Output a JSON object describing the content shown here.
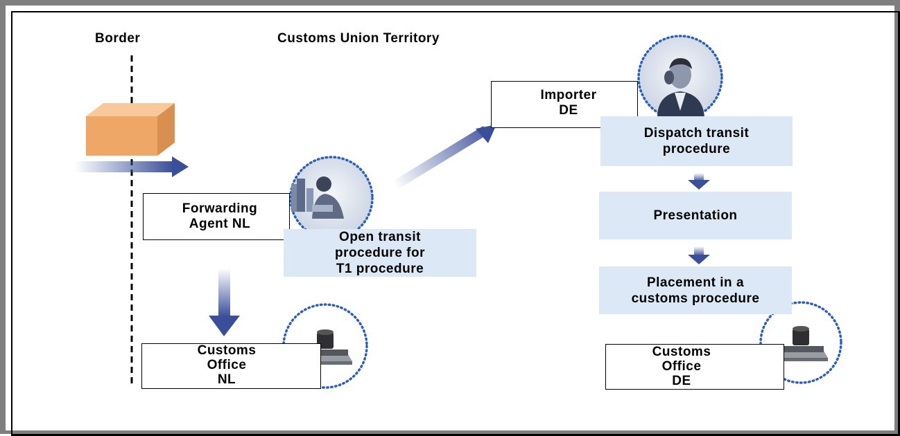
{
  "labels": {
    "border": "Border",
    "territory": "Customs Union Territory"
  },
  "nodes": {
    "forwarding_agent": [
      "Forwarding",
      "Agent NL"
    ],
    "importer": [
      "Importer",
      "DE"
    ],
    "customs_office_nl": [
      "Customs",
      "Office",
      "NL"
    ],
    "customs_office_de": [
      "Customs",
      "Office",
      "DE"
    ]
  },
  "steps": {
    "open_transit": [
      "Open transit",
      "procedure for",
      "T1 procedure"
    ],
    "dispatch_transit": [
      "Dispatch transit",
      "procedure"
    ],
    "presentation": [
      "Presentation"
    ],
    "placement": [
      "Placement in a",
      "customs procedure"
    ]
  },
  "icons": {
    "goods": "package-box-icon",
    "agent": "forwarding-agent-photo-icon",
    "importer": "importer-person-photo-icon",
    "stamp_nl": "rubber-stamp-icon",
    "stamp_de": "rubber-stamp-icon"
  },
  "colors": {
    "arrow": "#3a4e9a",
    "step_fill": "#dde8f6",
    "circle_dots": "#2e5fb8",
    "box_face": "#f2b27a"
  }
}
